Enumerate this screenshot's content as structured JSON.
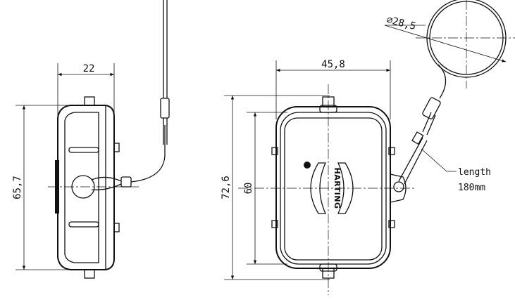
{
  "dimensions": {
    "side_width": "22",
    "side_height": "65,7",
    "front_width": "45,8",
    "front_outer_height": "72,6",
    "front_inner_height": "60",
    "ring_diameter": "∅28,5"
  },
  "callout": {
    "line1": "length",
    "line2": "180mm"
  },
  "brand_label": "HARTING",
  "colors": {
    "line": "#111111",
    "background": "#ffffff"
  }
}
